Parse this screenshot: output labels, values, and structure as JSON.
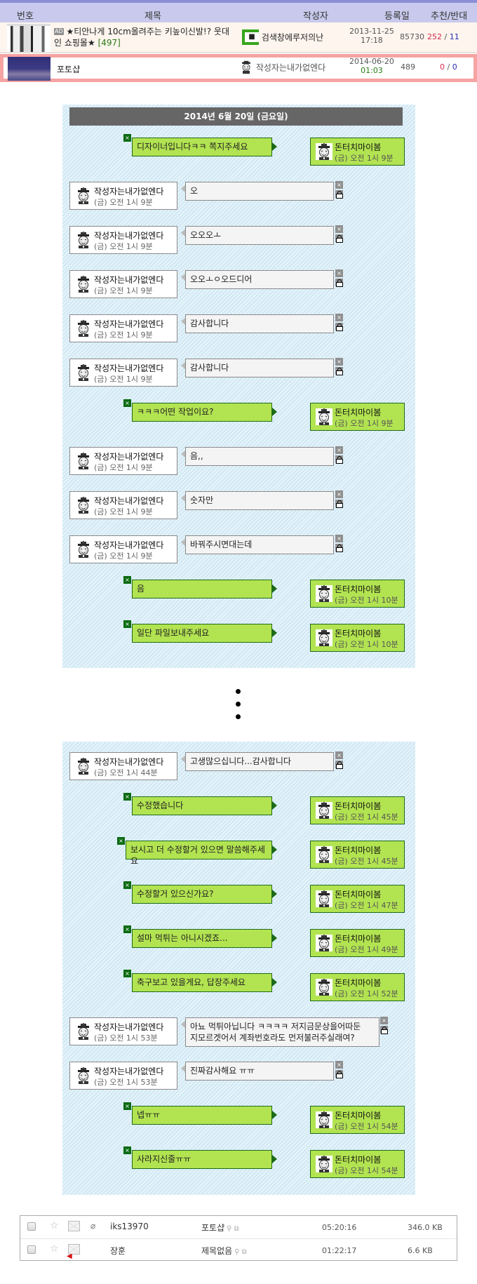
{
  "board": {
    "headers": {
      "num": "번호",
      "title": "제목",
      "author": "작성자",
      "date": "등록일",
      "votes": "추천/반대"
    },
    "rows": [
      {
        "ad_badge": "AD",
        "title": "★티안나게 10cm올려주는 키높이신발!? 웃대",
        "title_line2": "인 쇼핑몰★",
        "comments": "[497]",
        "author": "검색창에루저의난",
        "date": "2013-11-25",
        "time": "17:18",
        "views": "85730",
        "up": "252",
        "sep": "/",
        "down": "11"
      },
      {
        "title": "포토샵",
        "author": "작성자는내가없엔다",
        "date": "2014-06-20",
        "time": "01:03",
        "views": "489",
        "up": "0",
        "sep": "/",
        "down": "0",
        "highlighted": true
      }
    ]
  },
  "chat": {
    "date_header": "2014년 6월 20일 (금요일)",
    "other_name": "작성자는내가없엔다",
    "me_name": "돈터치마이봄",
    "delete_glyph": "×",
    "panel1": [
      {
        "side": "out",
        "text": "디자이너입니다ㅋㅋ 쪽지주세요",
        "time": "(금) 오전 1시 9분"
      },
      {
        "side": "in",
        "text": "오",
        "time": "(금) 오전 1시 9분"
      },
      {
        "side": "in",
        "text": "오오오ㅗ",
        "time": "(금) 오전 1시 9분"
      },
      {
        "side": "in",
        "text": "오오ㅗㅇ오드디어",
        "time": "(금) 오전 1시 9분"
      },
      {
        "side": "in",
        "text": "감사합니다",
        "time": "(금) 오전 1시 9분"
      },
      {
        "side": "in",
        "text": "감사합니다",
        "time": "(금) 오전 1시 9분"
      },
      {
        "side": "out",
        "text": "ㅋㅋㅋ어떤 작업이요?",
        "time": "(금) 오전 1시 9분"
      },
      {
        "side": "in",
        "text": "음,,",
        "time": "(금) 오전 1시 9분"
      },
      {
        "side": "in",
        "text": "숫자만",
        "time": "(금) 오전 1시 9분"
      },
      {
        "side": "in",
        "text": "바꿔주시면대는데",
        "time": "(금) 오전 1시 9분"
      },
      {
        "side": "out",
        "text": "음",
        "time": "(금) 오전 1시 10분"
      },
      {
        "side": "out",
        "text": "일단 파일보내주세요",
        "time": "(금) 오전 1시 10분"
      }
    ],
    "panel2": [
      {
        "side": "in",
        "text": "고생많으십니다...감사합니다",
        "time": "(금) 오전 1시 44분"
      },
      {
        "side": "out",
        "text": "수정했습니다",
        "time": "(금) 오전 1시 45분"
      },
      {
        "side": "out",
        "text": "보시고 더 수정할거 있으면 말씀해주세요",
        "time": "(금) 오전 1시 45분"
      },
      {
        "side": "out",
        "text": "수정할거 있으신가요?",
        "time": "(금) 오전 1시 47분"
      },
      {
        "side": "out",
        "text": "설마 먹튀는 아니시겠죠...",
        "time": "(금) 오전 1시 49분"
      },
      {
        "side": "out",
        "text": "축구보고 있을게요, 답장주세요",
        "time": "(금) 오전 1시 52분"
      },
      {
        "side": "in",
        "text": "아뇨 먹튀아닙니다 ㅋㅋㅋㅋ 저지금문상을어따둔",
        "text_line2": "지모르겟어서 계좌번호라도 먼저불러주실래여?",
        "time": "(금) 오전 1시 53분"
      },
      {
        "side": "in",
        "text": "진짜감사해요 ㅠㅠ",
        "time": "(금) 오전 1시 53분"
      },
      {
        "side": "out",
        "text": "넵ㅠㅠ",
        "time": "(금) 오전 1시 54분"
      },
      {
        "side": "out",
        "text": "사라지신줄ㅠㅠ",
        "time": "(금) 오전 1시 54분"
      }
    ]
  },
  "mail": {
    "rows": [
      {
        "from": "iks13970",
        "subject": "포토샵",
        "time": "05:20:16",
        "size": "346.0 KB",
        "has_attachment": true,
        "replied": false
      },
      {
        "from": "장훈",
        "subject": "제목없음",
        "time": "01:22:17",
        "size": "6.6 KB",
        "has_attachment": false,
        "replied": true
      }
    ],
    "icons": {
      "star": "☆",
      "clip": "⎙",
      "search": "🔍︎",
      "popup": "↗",
      "reply_arrow": "◀"
    }
  },
  "colors": {
    "header_bg": "#c8c9ec",
    "highlight_border": "#f5a3a3",
    "bubble_green": "#b2e351",
    "bubble_green_border": "#1d6b1a",
    "date_bar": "#666666",
    "vote_up": "#d42a4a",
    "vote_down": "#2a2ab8"
  }
}
